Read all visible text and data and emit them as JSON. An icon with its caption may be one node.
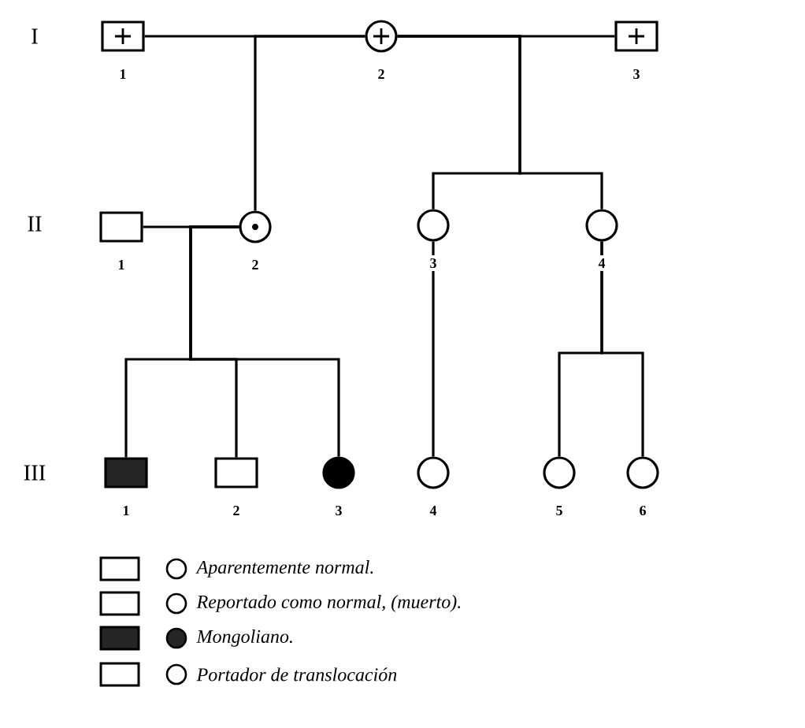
{
  "diagram": {
    "nodes": [
      {
        "text": [],
        "shape": "box",
        "beside": [
          "1"
        ]
      },
      {
        "text": [],
        "shape": "circle",
        "beside": [
          "2"
        ]
      },
      {
        "text": [],
        "shape": "box",
        "beside": [
          "3"
        ]
      },
      {
        "text": [],
        "shape": "box",
        "beside": [
          "1"
        ]
      },
      {
        "text": [],
        "shape": "circle",
        "beside": [
          "2"
        ]
      },
      {
        "text": [],
        "shape": "circle",
        "beside": [
          "3"
        ]
      },
      {
        "text": [],
        "shape": "circle",
        "beside": [
          "4"
        ]
      },
      {
        "text": [],
        "shape": "box",
        "beside": [
          "1"
        ]
      },
      {
        "text": [],
        "shape": "box",
        "beside": [
          "2"
        ]
      },
      {
        "text": [],
        "shape": "circle",
        "beside": [
          "3"
        ]
      },
      {
        "text": [],
        "shape": "circle",
        "beside": [
          "4"
        ]
      },
      {
        "text": [],
        "shape": "circle",
        "beside": [
          "5"
        ]
      },
      {
        "text": [],
        "shape": "circle",
        "beside": [
          "6"
        ]
      }
    ],
    "edges": [
      {
        "from": 0,
        "to": 1,
        "arrow": "none"
      },
      {
        "from": 1,
        "to": 2,
        "arrow": "none"
      },
      {
        "from": 1,
        "to": 4,
        "arrow": "none"
      },
      {
        "from": 3,
        "to": 4,
        "arrow": "none"
      },
      {
        "from": 1,
        "to": 5,
        "arrow": "none"
      },
      {
        "from": 1,
        "to": 6,
        "arrow": "none"
      },
      {
        "from": 4,
        "to": 7,
        "arrow": "none"
      },
      {
        "from": 4,
        "to": 8,
        "arrow": "none"
      },
      {
        "from": 4,
        "to": 9,
        "arrow": "none"
      },
      {
        "from": 5,
        "to": 10,
        "arrow": "none"
      },
      {
        "from": 6,
        "to": 11,
        "arrow": "none"
      },
      {
        "from": 6,
        "to": 12,
        "arrow": "none"
      }
    ],
    "labels": [
      "I",
      "II",
      "III"
    ],
    "legend": [
      {
        "text": "Aparentemente normal."
      },
      {
        "text": "Reportado como normal, (muerto)."
      },
      {
        "text": "Mongoliano."
      },
      {
        "text": "Portador de translocación"
      }
    ]
  }
}
